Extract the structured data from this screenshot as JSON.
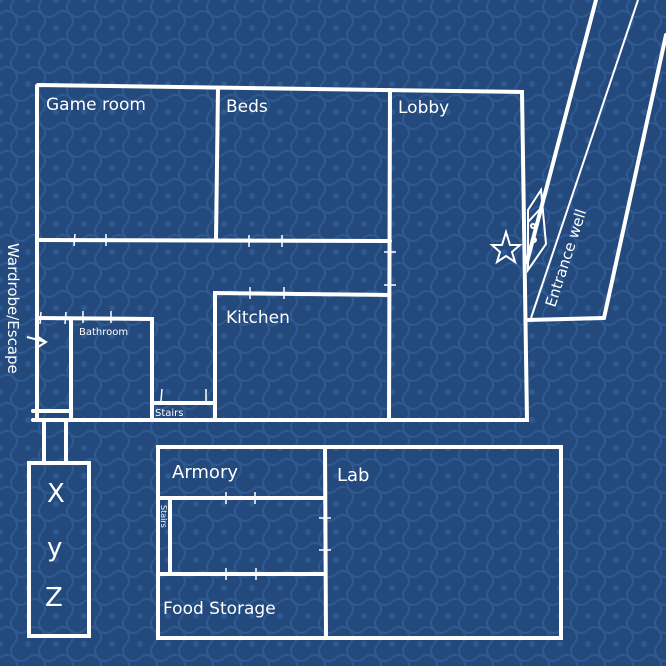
{
  "title": "Floor plan",
  "colors": {
    "background": "#24497c",
    "pattern": "#2e5a92",
    "lines": "#ffffff"
  },
  "rooms": {
    "game_room": "Game room",
    "beds": "Beds",
    "lobby": "Lobby",
    "kitchen": "Kitchen",
    "bathroom": "Bathroom",
    "stairs_upper": "Stairs",
    "wardrobe_escape": "Wardrobe/Escape",
    "entrance_well": "Entrance well",
    "armory": "Armory",
    "lab": "Lab",
    "stairs_lower": "Stairs",
    "food_storage": "Food Storage",
    "xyz": [
      "X",
      "y",
      "Z"
    ]
  },
  "markers": {
    "star": "star-icon",
    "arrow": "arrow-icon"
  }
}
